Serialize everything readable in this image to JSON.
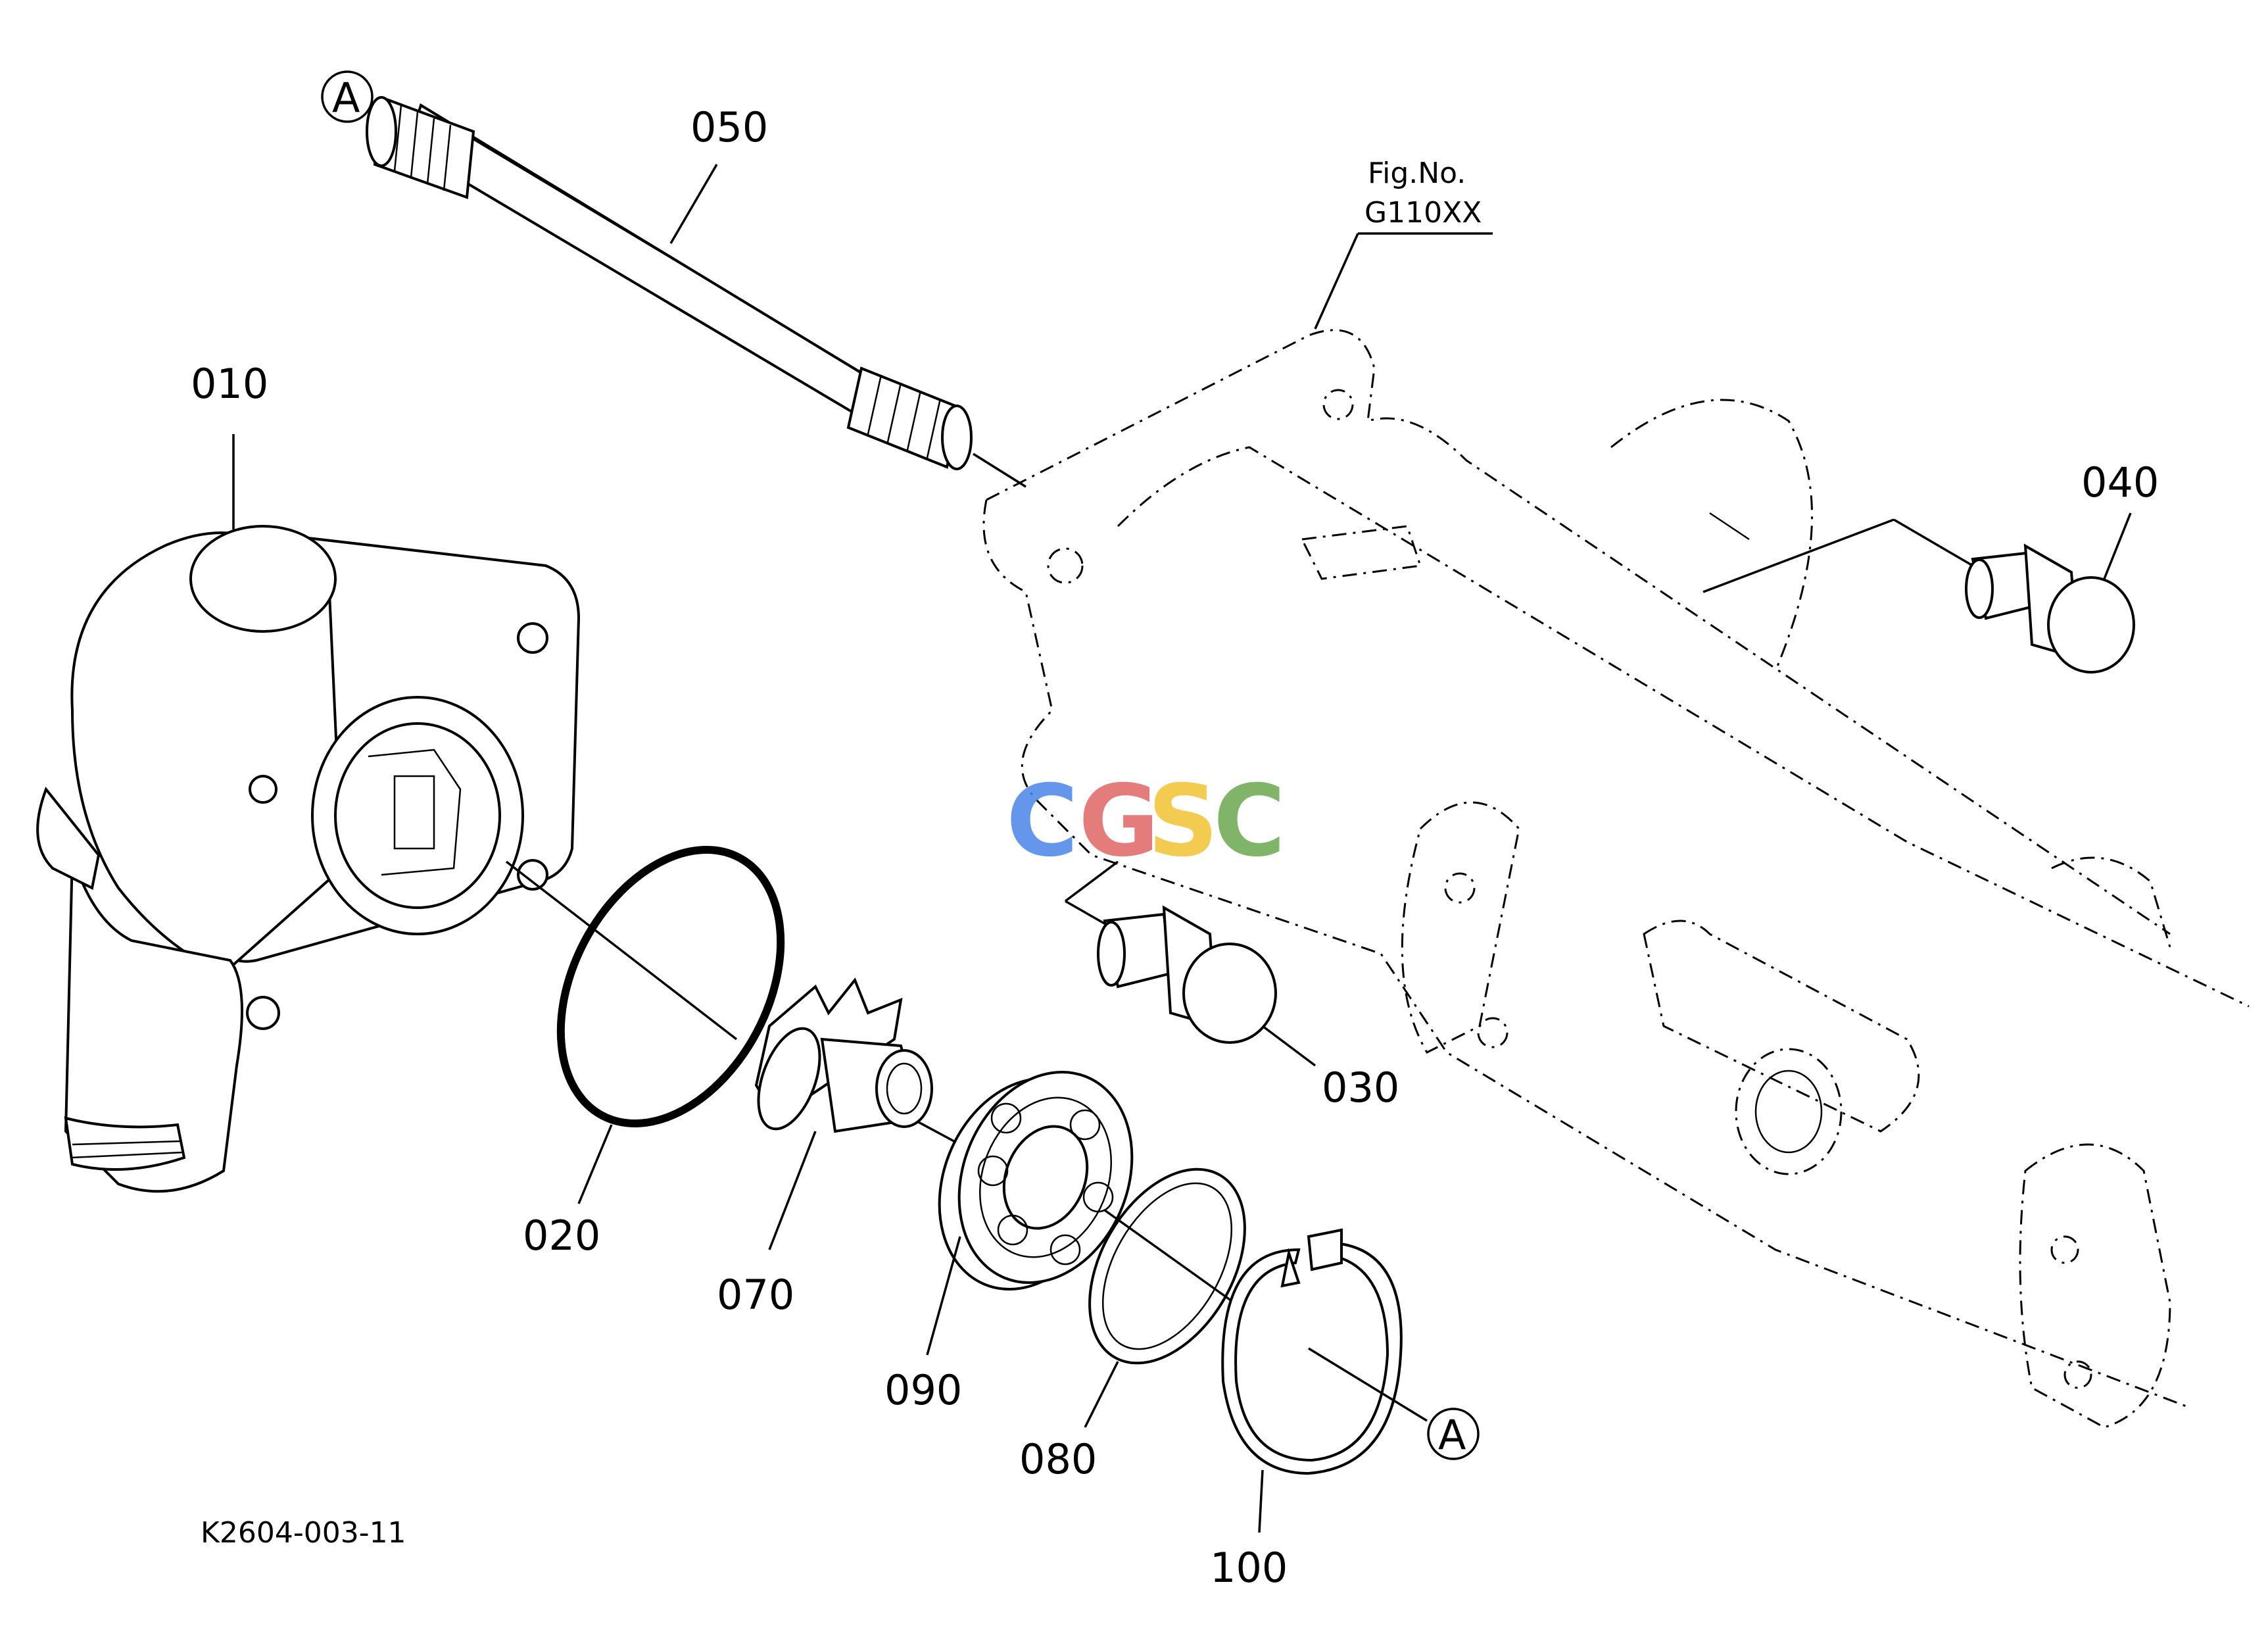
{
  "figure_ref": {
    "line1": "Fig.No.",
    "line2": "G110XX"
  },
  "drawing_code": "K2604-003-11",
  "watermark": {
    "letters": [
      "C",
      "G",
      "S",
      "C"
    ],
    "colors": [
      "#4a86e8",
      "#e06666",
      "#f1c232",
      "#6aa84f"
    ]
  },
  "callout_marker": "A",
  "part_labels": {
    "p010": "010",
    "p020": "020",
    "p030": "030",
    "p040": "040",
    "p050": "050",
    "p070": "070",
    "p080": "080",
    "p090": "090",
    "p100": "100"
  }
}
